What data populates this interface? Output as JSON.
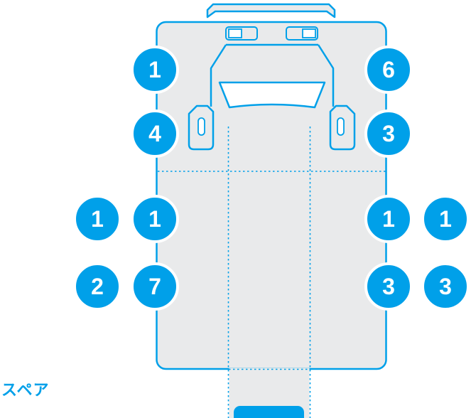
{
  "diagram": {
    "type": "tire-position-diagram",
    "spare_label": "スペア",
    "wheels": [
      {
        "position": "axle1-left",
        "value": "1"
      },
      {
        "position": "axle1-right",
        "value": "6"
      },
      {
        "position": "axle2-left",
        "value": "4"
      },
      {
        "position": "axle2-right",
        "value": "3"
      },
      {
        "position": "axle3-left-outer",
        "value": "1"
      },
      {
        "position": "axle3-left-inner",
        "value": "1"
      },
      {
        "position": "axle3-right-inner",
        "value": "1"
      },
      {
        "position": "axle3-right-outer",
        "value": "1"
      },
      {
        "position": "axle4-left-outer",
        "value": "2"
      },
      {
        "position": "axle4-left-inner",
        "value": "7"
      },
      {
        "position": "axle4-right-inner",
        "value": "3"
      },
      {
        "position": "axle4-right-outer",
        "value": "3"
      }
    ],
    "colors": {
      "accent": "#00A0E9",
      "body_fill": "#E9EAEB",
      "wheel_text": "#FFFFFF"
    }
  }
}
